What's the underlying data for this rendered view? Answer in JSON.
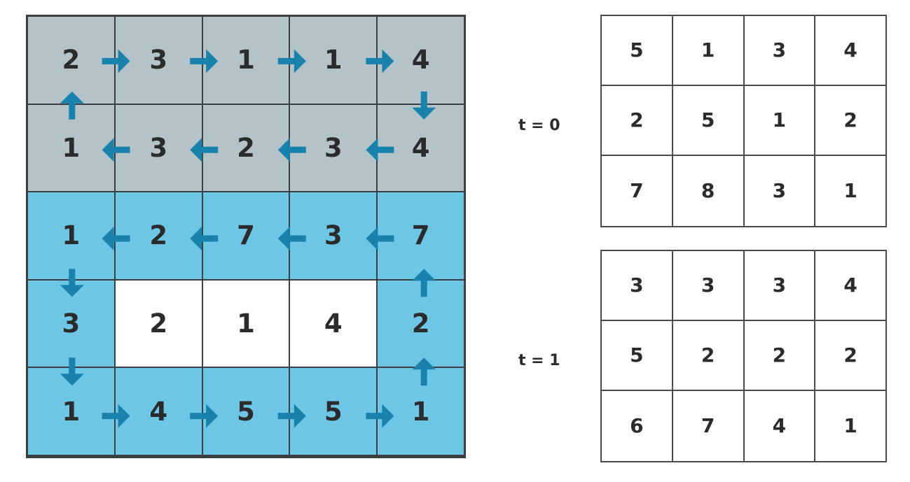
{
  "colors": {
    "gray_region": "#b4c3c8",
    "blue_region": "#6cc6e4",
    "white_region": "#ffffff",
    "arrow": "#1882ad",
    "grid_line": "#3a3f41",
    "table_line": "#4a4a4a",
    "text": "#2b2b2b"
  },
  "flow_grid": {
    "rows": 5,
    "cols": 5,
    "cells": [
      [
        {
          "value": "2",
          "region": "gray"
        },
        {
          "value": "3",
          "region": "gray"
        },
        {
          "value": "1",
          "region": "gray"
        },
        {
          "value": "1",
          "region": "gray"
        },
        {
          "value": "4",
          "region": "gray"
        }
      ],
      [
        {
          "value": "1",
          "region": "gray"
        },
        {
          "value": "3",
          "region": "gray"
        },
        {
          "value": "2",
          "region": "gray"
        },
        {
          "value": "3",
          "region": "gray"
        },
        {
          "value": "4",
          "region": "gray"
        }
      ],
      [
        {
          "value": "1",
          "region": "blue"
        },
        {
          "value": "2",
          "region": "blue"
        },
        {
          "value": "7",
          "region": "blue"
        },
        {
          "value": "3",
          "region": "blue"
        },
        {
          "value": "7",
          "region": "blue"
        }
      ],
      [
        {
          "value": "3",
          "region": "blue"
        },
        {
          "value": "2",
          "region": "white"
        },
        {
          "value": "1",
          "region": "white"
        },
        {
          "value": "4",
          "region": "white"
        },
        {
          "value": "2",
          "region": "blue"
        }
      ],
      [
        {
          "value": "1",
          "region": "blue"
        },
        {
          "value": "4",
          "region": "blue"
        },
        {
          "value": "5",
          "region": "blue"
        },
        {
          "value": "5",
          "region": "blue"
        },
        {
          "value": "1",
          "region": "blue"
        }
      ]
    ],
    "arrows": [
      {
        "direction": "right",
        "from": [
          0,
          0
        ],
        "to": [
          0,
          1
        ]
      },
      {
        "direction": "right",
        "from": [
          0,
          1
        ],
        "to": [
          0,
          2
        ]
      },
      {
        "direction": "right",
        "from": [
          0,
          2
        ],
        "to": [
          0,
          3
        ]
      },
      {
        "direction": "right",
        "from": [
          0,
          3
        ],
        "to": [
          0,
          4
        ]
      },
      {
        "direction": "down",
        "from": [
          0,
          4
        ],
        "to": [
          1,
          4
        ]
      },
      {
        "direction": "left",
        "from": [
          1,
          4
        ],
        "to": [
          1,
          3
        ]
      },
      {
        "direction": "left",
        "from": [
          1,
          3
        ],
        "to": [
          1,
          2
        ]
      },
      {
        "direction": "left",
        "from": [
          1,
          2
        ],
        "to": [
          1,
          1
        ]
      },
      {
        "direction": "left",
        "from": [
          1,
          1
        ],
        "to": [
          1,
          0
        ]
      },
      {
        "direction": "up",
        "from": [
          1,
          0
        ],
        "to": [
          0,
          0
        ]
      },
      {
        "direction": "left",
        "from": [
          2,
          4
        ],
        "to": [
          2,
          3
        ]
      },
      {
        "direction": "left",
        "from": [
          2,
          3
        ],
        "to": [
          2,
          2
        ]
      },
      {
        "direction": "left",
        "from": [
          2,
          2
        ],
        "to": [
          2,
          1
        ]
      },
      {
        "direction": "left",
        "from": [
          2,
          1
        ],
        "to": [
          2,
          0
        ]
      },
      {
        "direction": "down",
        "from": [
          2,
          0
        ],
        "to": [
          3,
          0
        ]
      },
      {
        "direction": "down",
        "from": [
          3,
          0
        ],
        "to": [
          4,
          0
        ]
      },
      {
        "direction": "right",
        "from": [
          4,
          0
        ],
        "to": [
          4,
          1
        ]
      },
      {
        "direction": "right",
        "from": [
          4,
          1
        ],
        "to": [
          4,
          2
        ]
      },
      {
        "direction": "right",
        "from": [
          4,
          2
        ],
        "to": [
          4,
          3
        ]
      },
      {
        "direction": "right",
        "from": [
          4,
          3
        ],
        "to": [
          4,
          4
        ]
      },
      {
        "direction": "up",
        "from": [
          4,
          4
        ],
        "to": [
          3,
          4
        ]
      },
      {
        "direction": "up",
        "from": [
          3,
          4
        ],
        "to": [
          2,
          4
        ]
      }
    ]
  },
  "tables": [
    {
      "label": "t = 0",
      "rows": [
        [
          "5",
          "1",
          "3",
          "4"
        ],
        [
          "2",
          "5",
          "1",
          "2"
        ],
        [
          "7",
          "8",
          "3",
          "1"
        ]
      ]
    },
    {
      "label": "t = 1",
      "rows": [
        [
          "3",
          "3",
          "3",
          "4"
        ],
        [
          "5",
          "2",
          "2",
          "2"
        ],
        [
          "6",
          "7",
          "4",
          "1"
        ]
      ]
    }
  ]
}
